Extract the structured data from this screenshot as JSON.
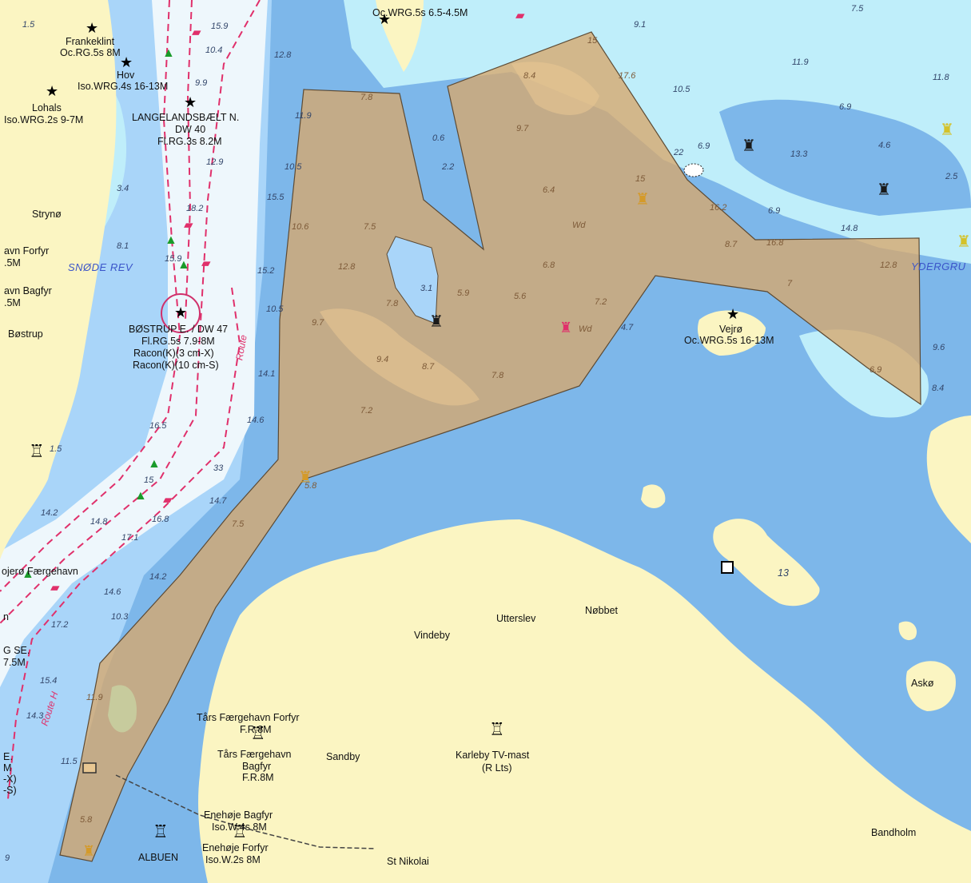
{
  "colors": {
    "land": "#fbf5c2",
    "shallow_water": "#a9d5f9",
    "very_shallow_water": "#bfeefa",
    "mid_water": "#7db7ea",
    "deep_water": "#eef7fc",
    "zone_fill": "#d7a86b",
    "route_line": "#e0306b",
    "depth_text": "#33466a",
    "zone_depth_text": "#7d5a38",
    "area_name_text": "#3b55c9"
  },
  "icons": {
    "light_major": "star-light-icon",
    "buoy_lateral_green": "green-conical-buoy-icon",
    "buoy_lateral_red": "red-can-buoy-icon",
    "beacon_cardinal": "cardinal-beacon-icon",
    "tower": "tower-icon",
    "wreck": "wreck-icon",
    "obstruction": "obstruction-icon"
  },
  "labels": {
    "top_light": "Oc.WRG.5s 6.5-4.5M",
    "franekeklint_name": "Frankeklint",
    "franekeklint_light": "Oc.RG.5s 8M",
    "hov_name": "Hov",
    "hov_light": "Iso.WRG.4s 16-13M",
    "lohals_name": "Lohals",
    "lohals_light": "Iso.WRG.2s 9-7M",
    "langeland_title": "LANGELANDSBÆLT N.",
    "langeland_dw": "DW 40",
    "langeland_light": "Fl.RG.3s 8.2M",
    "strynoe": "Strynø",
    "havn_forfyr": "avn Forfyr",
    "havn_forfyr_range": ".5M",
    "havn_bagfyr": "avn Bagfyr",
    "havn_bagfyr_range": ".5M",
    "snode_rev": "SNØDE REV",
    "bostrup": "Bøstrup",
    "bostrup_e": "BØSTRUP E. / DW 47",
    "bostrup_light": "Fl.RG.5s 7.9-8M",
    "racon_x": "Racon(K)(3 cm-X)",
    "racon_s": "Racon(K)(10 cm-S)",
    "route_label_1": "Route",
    "route_label_2": "Route H",
    "faergehavn": "ojerø Færgehavn",
    "g_se": "G SE.",
    "g_se_range": "7.5M",
    "left_e": "E.",
    "left_m": "M",
    "left_x": "-X)",
    "left_s": "-S)",
    "left_n": "n",
    "veiro_name": "Vejrø",
    "veiro_light": "Oc.WRG.5s 16-13M",
    "ydergrund": "YDERGRU",
    "wd_1": "Wd",
    "wd_2": "Wd",
    "vindeby": "Vindeby",
    "utterslev": "Utterslev",
    "nobbet": "Nøbbet",
    "asko": "Askø",
    "tars_forfyr": "Tårs Færgehavn Forfyr",
    "tars_forfyr_light": "F.R.8M",
    "tars_bagfyr": "Tårs Færgehavn",
    "tars_bagfyr_2": "Bagfyr",
    "tars_bagfyr_light": "F.R.8M",
    "sandby": "Sandby",
    "karleby": "Karleby TV-mast",
    "karleby_2": "(R Lts)",
    "enehoje_bagfyr": "Enehøje Bagfyr",
    "enehoje_bagfyr_light": "Iso.W.4s 8M",
    "enehoje_forfyr": "Enehøje Forfyr",
    "enehoje_forfyr_light": "Iso.W.2s 8M",
    "albuen": "ALBUEN",
    "st_nikolai": "St Nikolai",
    "bandholm": "Bandholm",
    "island_13": "13"
  },
  "depths": {
    "d1": "1.5",
    "d2": "15.9",
    "d3": "10.4",
    "d4": "12.8",
    "d5": "9.9",
    "d6": "11.9",
    "d7": "12.9",
    "d8": "10.5",
    "d9": "3.4",
    "d10": "18.2",
    "d11": "15.5",
    "d12": "8.1",
    "d13": "15.9",
    "d14": "15.2",
    "d15": "10.5",
    "d16": "14.1",
    "d17": "14.6",
    "d18": "16.5",
    "d19": "1.5",
    "d20": "15",
    "d21": "33",
    "d22": "14.2",
    "d23": "14.8",
    "d24": "16.8",
    "d25": "14.7",
    "d26": "17.1",
    "d27": "14.2",
    "d28": "14.6",
    "d29": "10.3",
    "d30": "17.2",
    "d31": "15.4",
    "d32": "14.3",
    "d33": "11.5",
    "d34": "9",
    "z1": "7.8",
    "z2": "10.6",
    "z3": "7.5",
    "z4": "12.8",
    "z5": "7.8",
    "z6": "9.7",
    "z7": "9.4",
    "z8": "8.7",
    "z9": "7.2",
    "z10": "7.8",
    "z11": "6.8",
    "z12": "5.6",
    "z13": "5.9",
    "z14": "3.1",
    "z15": "0.6",
    "z16": "2.2",
    "z17": "8.4",
    "z18": "9.7",
    "z19": "6.4",
    "z20": "15",
    "z21": "7.2",
    "z22": "4.7",
    "z23": "5.8",
    "z24": "7.5",
    "z25": "11.9",
    "z26": "5.8",
    "z27": "15",
    "z28": "17.6",
    "z29": "16.2",
    "z30": "8.7",
    "z31": "16.8",
    "z32": "7",
    "z33": "12.8",
    "z34": "6.9",
    "z35": "9.1",
    "z36": "7.5",
    "e1": "10.5",
    "e2": "11.9",
    "e3": "11.8",
    "e4": "6.9",
    "e5": "4.6",
    "e6": "13.3",
    "e7": "6.9",
    "e8": "2.5",
    "e9": "14.8",
    "e10": "22",
    "e11": "6.9",
    "e12": "9.6",
    "e13": "8.4"
  }
}
